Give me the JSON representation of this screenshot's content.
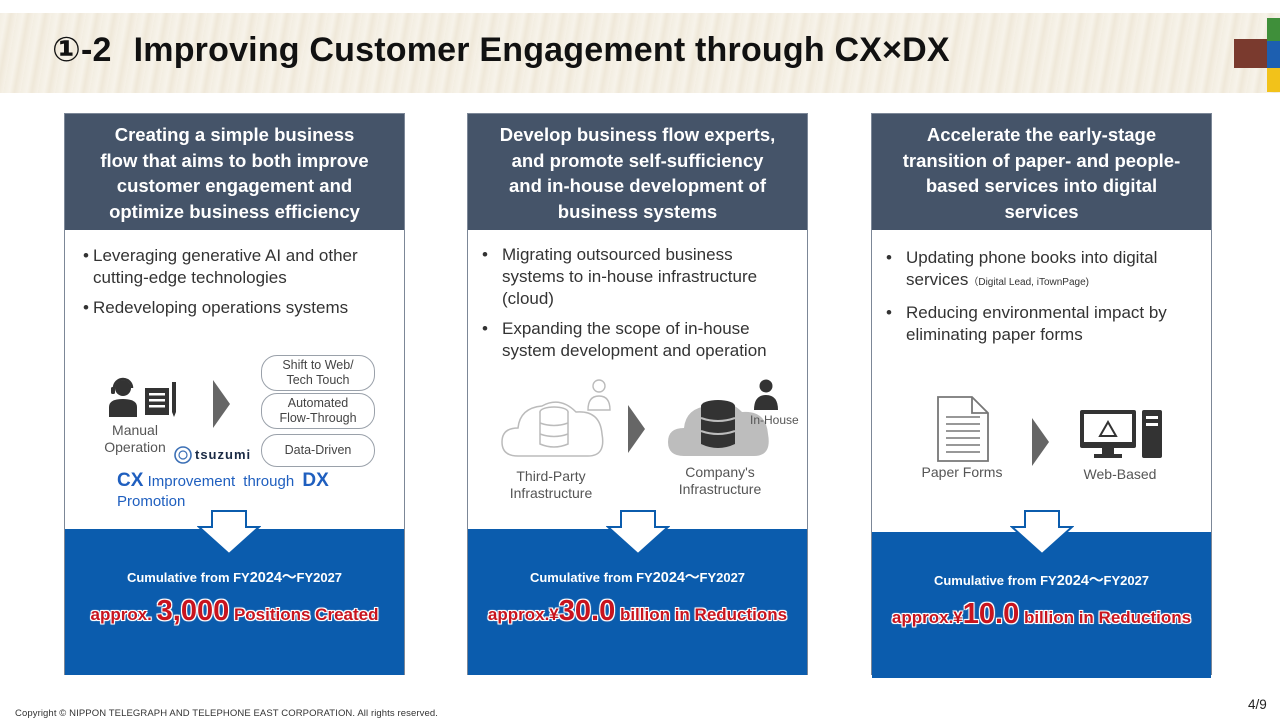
{
  "header": {
    "number": "①-2",
    "title": "Improving Customer Engagement through CX×DX"
  },
  "colors": {
    "header_panel": "#455469",
    "result_box": "#0b5cad",
    "highlight_red": "#c8141e",
    "cxdx_blue": "#1f5fbf"
  },
  "columns": [
    {
      "heading": [
        "Creating a simple business",
        "flow that aims to both improve",
        "customer engagement and",
        "optimize business efficiency"
      ],
      "bullets": [
        "Leveraging generative AI and other cutting-edge technologies",
        "Redeveloping operations systems"
      ],
      "diagram": {
        "left_label": [
          "Manual",
          "Operation"
        ],
        "pills": [
          [
            "Shift to Web/",
            "Tech Touch"
          ],
          [
            "Automated",
            "Flow-Through"
          ],
          [
            "Data-Driven"
          ]
        ],
        "logo_text": "tsuzumi",
        "cx": "CX",
        "improvement": "Improvement",
        "through": "through",
        "dx": "DX",
        "promotion": "Promotion"
      },
      "result": {
        "cumulative_prefix": "Cumulative from FY",
        "years": "2024〜",
        "fy_end": "FY2027",
        "big_prefix": "approx.",
        "big_number": "3,000",
        "big_suffix": "Positions Created"
      }
    },
    {
      "heading": [
        "Develop business flow experts,",
        "and promote self-sufficiency",
        "and in-house development of",
        "business systems"
      ],
      "bullets": [
        "Migrating outsourced business systems to in-house infrastructure (cloud)",
        "Expanding the scope of in-house system development and operation"
      ],
      "diagram": {
        "left_label": [
          "Third-Party",
          "Infrastructure"
        ],
        "right_label": [
          "Company's",
          "Infrastructure"
        ],
        "in_house": "In-House"
      },
      "result": {
        "cumulative_prefix": "Cumulative from FY",
        "years": "2024〜",
        "fy_end": "FY2027",
        "big_prefix": "approx.¥",
        "big_number": "30.0",
        "big_suffix": "billion in Reductions"
      }
    },
    {
      "heading": [
        "Accelerate the early-stage",
        "transition of paper- and people-",
        "based services into digital",
        "services"
      ],
      "bullets": [
        "Updating phone books into digital services",
        "Reducing environmental impact by eliminating paper forms"
      ],
      "bullet_note": "（Digital Lead, iTownPage)",
      "diagram": {
        "left_label": "Paper Forms",
        "right_label": "Web-Based"
      },
      "result": {
        "cumulative_prefix": "Cumulative from FY",
        "years": "2024〜",
        "fy_end": "FY2027",
        "big_prefix": "approx.¥",
        "big_number": "10.0",
        "big_suffix": "billion in Reductions"
      }
    }
  ],
  "footer": {
    "copyright": "Copyright © NIPPON TELEGRAPH AND TELEPHONE EAST CORPORATION. All rights reserved.",
    "page": "4/9"
  }
}
